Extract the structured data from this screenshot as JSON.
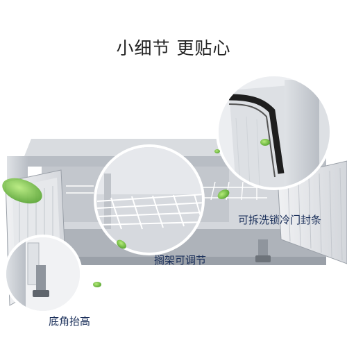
{
  "headline": "小细节 更贴心",
  "callouts": {
    "seal": "可拆洗锁冷门封条",
    "shelf": "搁架可调节",
    "feet": "底角抬高"
  },
  "colors": {
    "steel_light": "#e9ebee",
    "steel_mid": "#c7cbd1",
    "steel_dark": "#8d9299",
    "label_text": "#1a2f5a",
    "leaf_green": "#7cc84a"
  }
}
